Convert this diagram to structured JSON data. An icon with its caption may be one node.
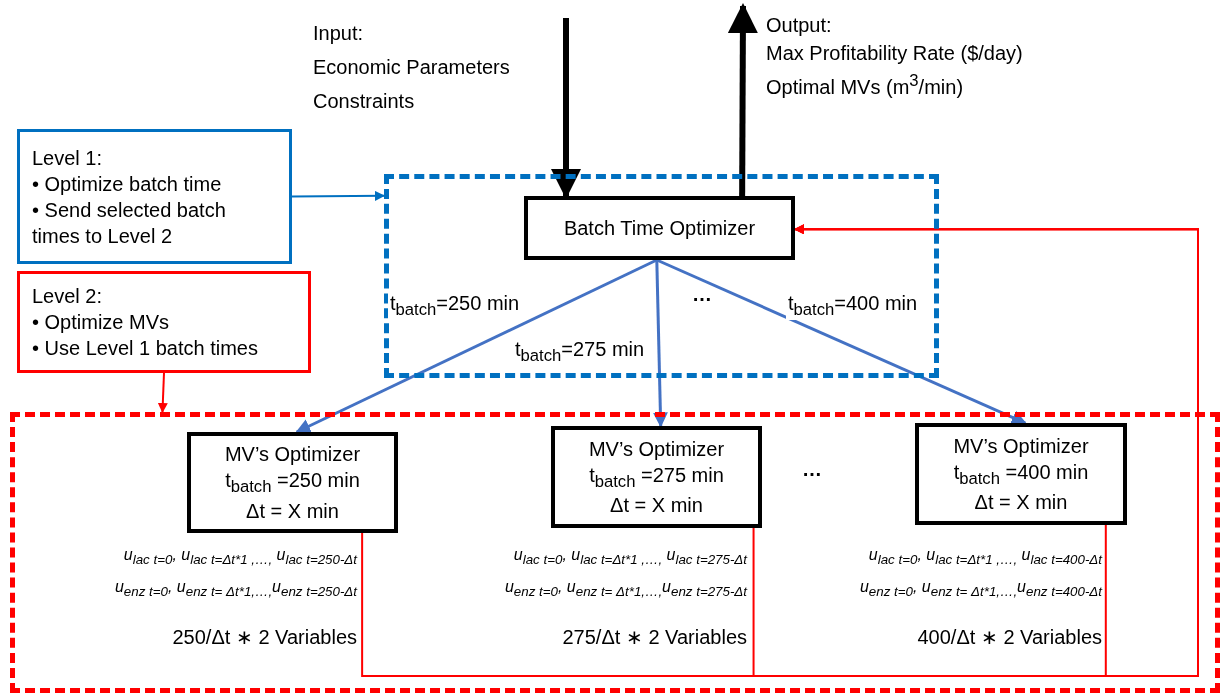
{
  "diagram": {
    "nodes": [
      {
        "text": [
          "Level 1:",
          "• Optimize batch time",
          "• Send selected batch times to Level 2"
        ]
      },
      {
        "text": [
          "Level 2:",
          "• Optimize MVs",
          "• Use Level 1 batch times"
        ]
      },
      {
        "text": [],
        "shape": "box"
      },
      {
        "text": [
          "Batch Time Optimizer"
        ],
        "in": 2
      },
      {
        "text": [],
        "shape": "box"
      },
      {
        "text": [
          "MV’s Optimizer",
          "t$_{batch}$ =250 min",
          "Δt =  X min"
        ],
        "in": 4,
        "beside": [
          "u$_{lac t=0}$, u$_{lac t=Δt*1 ,…,}$ u$_{lac t=250-Δt}$",
          "u$_{enz t=0}$, u$_{enz t= Δt*1,…,}$u$_{enz t=250-Δt}$",
          "250/Δt ∗ 2 Variables"
        ]
      },
      {
        "text": [
          "MV’s Optimizer",
          "t$_{batch}$ =275 min",
          "Δt =  X min"
        ],
        "in": 4,
        "beside": [
          "u$_{lac t=0}$, u$_{lac t=Δt*1 ,…,}$ u$_{lac t=275-Δt}$",
          "u$_{enz t=0}$, u$_{enz t= Δt*1,…,}$u$_{enz t=275-Δt}$",
          "275/Δt ∗ 2 Variables"
        ]
      },
      {
        "text": [
          "MV’s Optimizer",
          "t$_{batch}$ =400 min",
          "Δt =  X min"
        ],
        "in": 4,
        "beside": [
          "u$_{lac t=0}$, u$_{lac t=Δt*1 ,…,}$ u$_{lac t=400-Δt}$",
          "u$_{enz t=0}$, u$_{enz t= Δt*1,…,}$u$_{enz t=400-Δt}$",
          "400/Δt ∗ 2 Variables"
        ]
      }
    ],
    "edges": [
      {
        "from": 0,
        "to": 2,
        "arrow": "to",
        "color": "#0070c0"
      },
      {
        "from": 1,
        "to": 4,
        "arrow": "to",
        "color": "#ff0000"
      },
      {
        "from": null,
        "to": 3,
        "arrow": "to",
        "style": "thick",
        "color": "#000000"
      },
      {
        "from": 3,
        "to": null,
        "arrow": "to",
        "style": "thick",
        "color": "#000000"
      },
      {
        "from": 3,
        "to": 5,
        "arrow": "to",
        "label": "t$_{batch}$=250 min",
        "color": "#4472c4"
      },
      {
        "from": 3,
        "to": 6,
        "arrow": "to",
        "label": "t$_{batch}$=275 min",
        "color": "#4472c4"
      },
      {
        "from": 3,
        "to": 7,
        "arrow": "to",
        "label": "t$_{batch}$=400 min",
        "color": "#4472c4"
      },
      {
        "from": 5,
        "to": 3,
        "arrow": "to",
        "color": "#ff0000"
      },
      {
        "from": 6,
        "to": 3,
        "arrow": "to",
        "color": "#ff0000"
      },
      {
        "from": 7,
        "to": 3,
        "arrow": "to",
        "color": "#ff0000"
      }
    ],
    "labels": [
      "Input:",
      "Economic Parameters",
      "Constraints",
      "Output:",
      "Max Profitability Rate ($/day)",
      "Optimal MVs (m$^{3}$/min)",
      "…",
      "…"
    ]
  }
}
